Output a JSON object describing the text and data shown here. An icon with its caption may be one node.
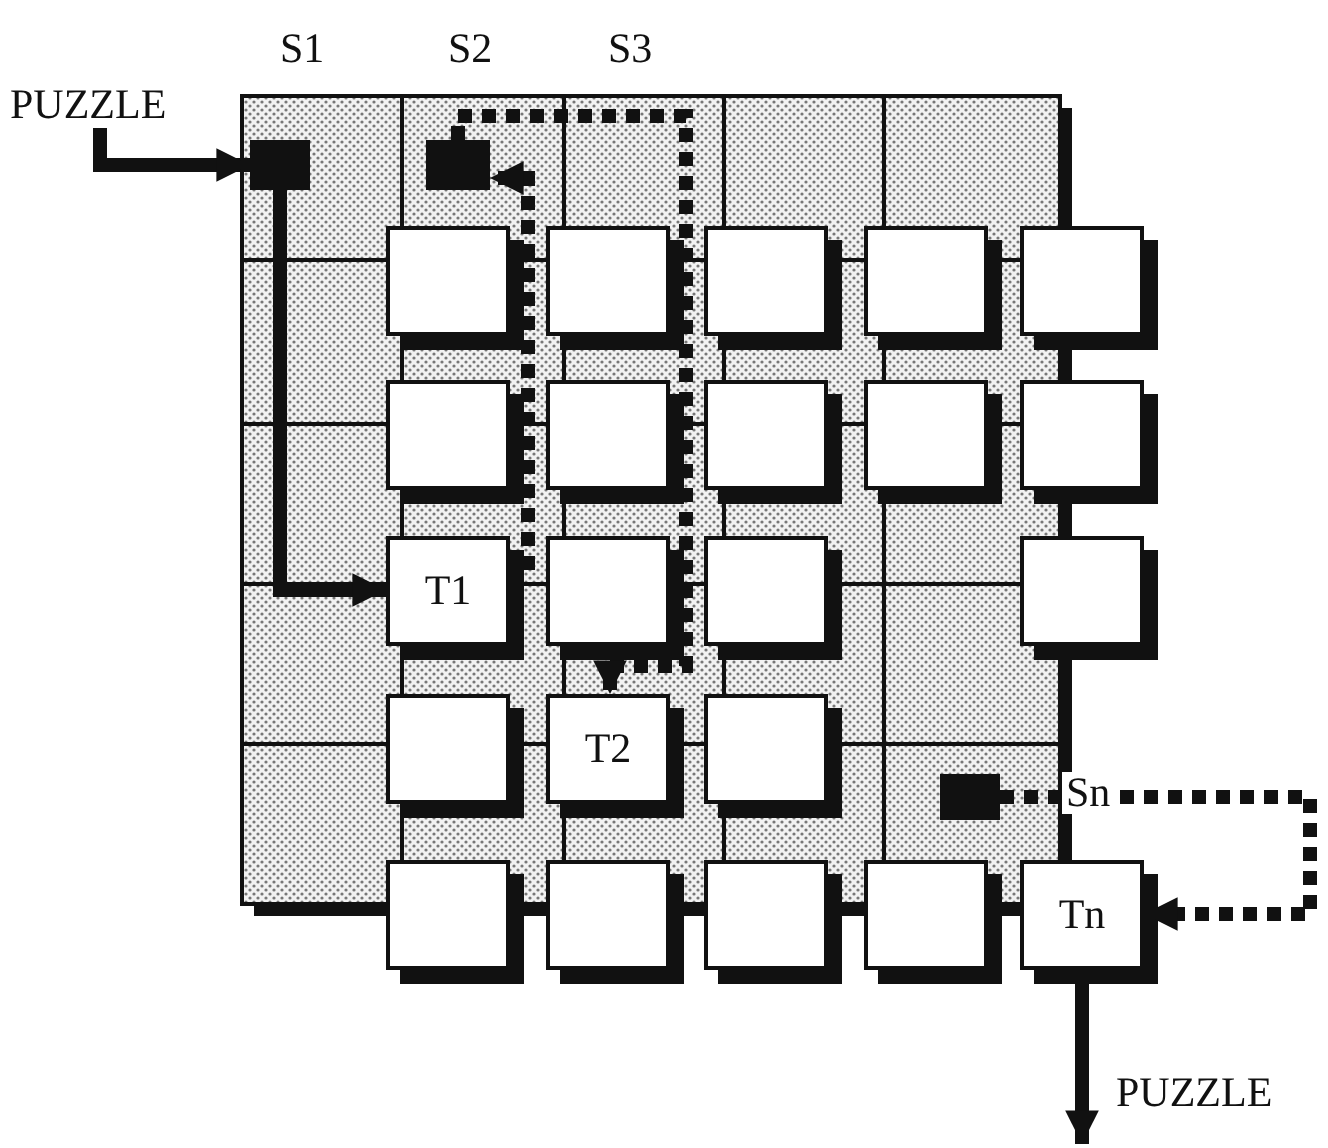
{
  "diagram": {
    "nodes": [
      {
        "text": [
          "PUZZLE"
        ]
      },
      {
        "text": [],
        "shape": "box"
      },
      {
        "text": [],
        "shape": "box"
      },
      {
        "text": [],
        "shape": "box"
      },
      {
        "text": [],
        "shape": "box"
      },
      {
        "text": [],
        "shape": "box"
      },
      {
        "text": [],
        "shape": "box"
      },
      {
        "text": [],
        "shape": "box"
      },
      {
        "text": [],
        "shape": "box"
      },
      {
        "text": [],
        "shape": "box"
      },
      {
        "text": [],
        "shape": "box"
      },
      {
        "text": [],
        "shape": "box"
      },
      {
        "text": [],
        "shape": "box"
      },
      {
        "text": [
          "T1"
        ]
      },
      {
        "text": [],
        "shape": "box"
      },
      {
        "text": [],
        "shape": "box"
      },
      {
        "text": [],
        "shape": "box"
      },
      {
        "text": [],
        "shape": "box"
      },
      {
        "text": [
          "T2"
        ]
      },
      {
        "text": [],
        "shape": "box"
      },
      {
        "text": [],
        "shape": "box"
      },
      {
        "text": [],
        "shape": "box"
      },
      {
        "text": [],
        "shape": "box"
      },
      {
        "text": [],
        "shape": "box"
      },
      {
        "text": [],
        "shape": "box"
      },
      {
        "text": [
          "Tn"
        ]
      },
      {
        "text": [
          "PUZZLE"
        ]
      }
    ],
    "edges": [
      {
        "from": 0,
        "to": 1,
        "arrow": "to"
      },
      {
        "from": 1,
        "to": 13,
        "arrow": "to"
      },
      {
        "from": 13,
        "to": 2,
        "arrow": "to",
        "style": "dashed"
      },
      {
        "from": 2,
        "to": 18,
        "arrow": "to",
        "style": "dashed"
      },
      {
        "from": 20,
        "to": 25,
        "arrow": "to",
        "style": "dashed"
      },
      {
        "from": 25,
        "to": 26,
        "arrow": "to"
      }
    ],
    "labels": [
      "S1",
      "S2",
      "S3",
      "Sn"
    ]
  }
}
